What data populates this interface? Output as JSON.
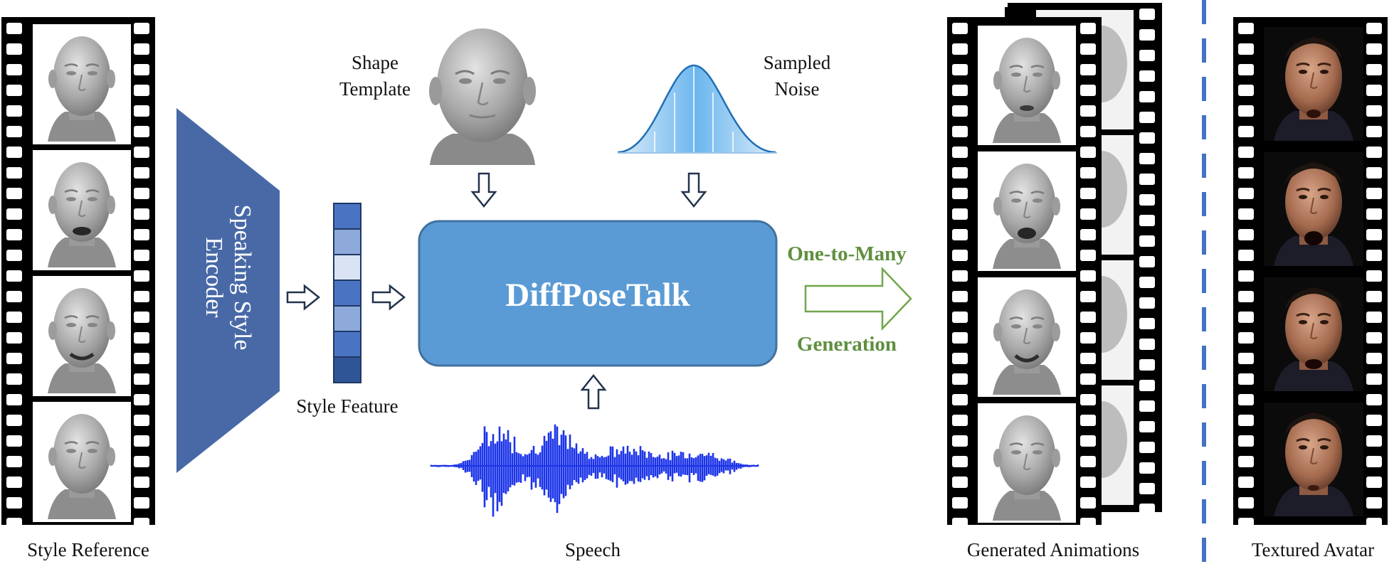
{
  "labels": {
    "style_reference": "Style Reference",
    "encoder_line1": "Speaking Style",
    "encoder_line2": "Encoder",
    "style_feature": "Style Feature",
    "shape_template_line1": "Shape",
    "shape_template_line2": "Template",
    "sampled_noise_line1": "Sampled",
    "sampled_noise_line2": "Noise",
    "model_name": "DiffPoseTalk",
    "speech": "Speech",
    "one_to_many": "One-to-Many",
    "generation": "Generation",
    "generated_animations": "Generated Animations",
    "textured_avatar": "Textured Avatar"
  },
  "colors": {
    "encoder": "#4869a6",
    "model_box": "#5b9bd5",
    "model_border": "#41729f",
    "generation_text": "#5f8f3f",
    "waveform": "#1c34e8",
    "dashed_divider": "#4472c4",
    "feature_cells": [
      "#4a74c2",
      "#8eaadb",
      "#dae3f3",
      "#4a74c2",
      "#8eaadb",
      "#4a74c2",
      "#2f5597"
    ]
  },
  "icons": {
    "mesh_face": "mesh-face-icon",
    "textured_face": "textured-face-icon",
    "gaussian": "gaussian-curve-icon",
    "waveform": "speech-waveform-icon",
    "arrow": "hollow-arrow-icon"
  }
}
